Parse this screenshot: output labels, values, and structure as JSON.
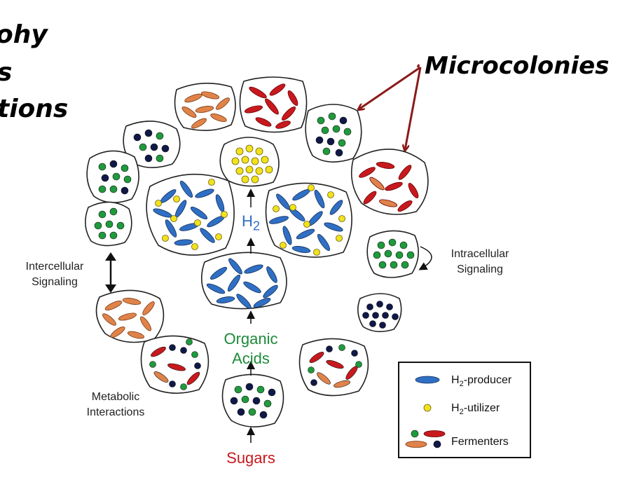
{
  "slide": {
    "heading_fragments": [
      "ohy",
      "s",
      "tions"
    ],
    "callout": "Microcolonies"
  },
  "diagram": {
    "labels": {
      "intercellular": "Intercellular Signaling",
      "intracellular": "Intracellular Signaling",
      "metabolic": "Metabolic Interactions",
      "h2": "H2",
      "organic_acids": "Organic Acids",
      "sugars": "Sugars"
    },
    "legend": {
      "h2_producer": "H2-producer",
      "h2_utilizer": "H2-utilizer",
      "fermenters": "Fermenters"
    },
    "colors": {
      "h2_producer": "#2f6fc4",
      "h2_utilizer": "#f2e21c",
      "fermenter_green": "#1f9a3c",
      "fermenter_red": "#c8191e",
      "fermenter_orange": "#e0834a",
      "fermenter_navy": "#101848",
      "arrow_dark_red": "#8b1a1a",
      "organic_acids_text": "#1d8a3a",
      "sugars_text": "#c8191e",
      "h2_text": "#2f6fc4"
    }
  }
}
